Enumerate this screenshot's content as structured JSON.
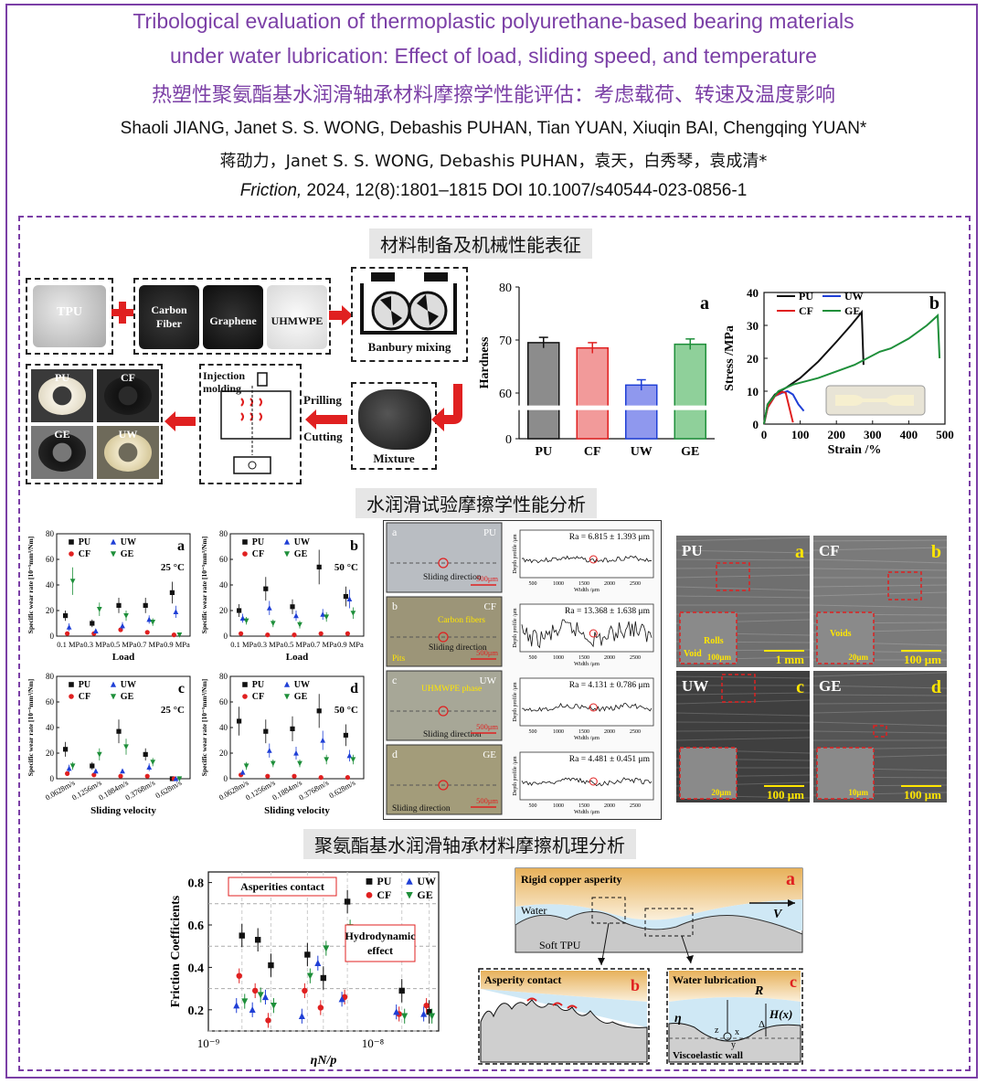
{
  "header": {
    "title_en_1": "Tribological evaluation of thermoplastic polyurethane-based bearing materials",
    "title_en_2": "under water lubrication: Effect of load, sliding speed, and temperature",
    "title_cn": "热塑性聚氨酯基水润滑轴承材料摩擦学性能评估：考虑载荷、转速及温度影响",
    "authors_en": "Shaoli JIANG, Janet S. S. WONG, Debashis PUHAN, Tian YUAN, Xiuqin BAI, Chengqing YUAN*",
    "authors_cn": "蒋劭力，Janet S. S. WONG, Debashis PUHAN，袁天，白秀琴，袁成清*",
    "citation_journal": "Friction,",
    "citation_rest": " 2024, 12(8):1801–1815 DOI 10.1007/s40544-023-0856-1"
  },
  "sections": {
    "s1": "材料制备及机械性能表征",
    "s2": "水润滑试验摩擦学性能分析",
    "s3": "聚氨酯基水润滑轴承材料摩擦机理分析"
  },
  "process": {
    "tpu": "TPU",
    "carbon_fiber": "Carbon Fiber",
    "graphene": "Graphene",
    "uhmwpe": "UHMWPE",
    "banbury": "Banbury mixing",
    "injection": "Injection molding",
    "prilling": "Prilling",
    "cutting": "Cutting",
    "mixture": "Mixture",
    "samples": [
      "PU",
      "CF",
      "GE",
      "UW"
    ]
  },
  "colors": {
    "PU": "#111111",
    "CF": "#e02020",
    "UW": "#1f3fd6",
    "GE": "#1e8f3a",
    "accent": "#7b3fa6"
  },
  "chart_data": [
    {
      "id": "hardness",
      "type": "bar",
      "panel_label": "a",
      "categories": [
        "PU",
        "CF",
        "UW",
        "GE"
      ],
      "values": [
        69.5,
        68.5,
        61.5,
        69.2
      ],
      "errors": [
        1.0,
        1.0,
        1.0,
        1.0
      ],
      "ylabel": "Hardness",
      "yticks": [
        0,
        60,
        70,
        80
      ],
      "ylim": [
        0,
        80
      ],
      "axis_break": true
    },
    {
      "id": "stress_strain",
      "type": "line",
      "panel_label": "b",
      "xlabel": "Strain /%",
      "ylabel": "Stress /MPa",
      "xlim": [
        0,
        500
      ],
      "ylim": [
        0,
        40
      ],
      "xticks": [
        0,
        100,
        200,
        300,
        400,
        500
      ],
      "yticks": [
        0,
        10,
        20,
        30,
        40
      ],
      "series": [
        {
          "name": "PU",
          "x": [
            0,
            10,
            30,
            60,
            100,
            150,
            200,
            240,
            270,
            275
          ],
          "y": [
            0,
            6,
            9,
            11,
            14,
            19,
            25,
            30,
            34,
            18
          ]
        },
        {
          "name": "UW",
          "x": [
            0,
            10,
            30,
            50,
            65,
            80,
            95,
            110
          ],
          "y": [
            0,
            5,
            8.5,
            9.5,
            10,
            9,
            6,
            4
          ]
        },
        {
          "name": "CF",
          "x": [
            0,
            10,
            30,
            50,
            60,
            70,
            80
          ],
          "y": [
            0,
            5,
            8.5,
            9.8,
            9.5,
            5,
            0.5
          ]
        },
        {
          "name": "GE",
          "x": [
            0,
            10,
            40,
            80,
            150,
            250,
            320,
            350,
            400,
            450,
            480,
            485
          ],
          "y": [
            0,
            6,
            10,
            12,
            14,
            18,
            22,
            23,
            26,
            30,
            33,
            20
          ]
        }
      ]
    },
    {
      "id": "wear_load_25",
      "type": "scatter",
      "panel_label": "a",
      "temp": "25 °C",
      "categories": [
        "0.1 MPa",
        "0.3 MPa",
        "0.5 MPa",
        "0.7 MPa",
        "0.9 MPa"
      ],
      "xlabel": "Load",
      "ylabel": "Specific wear rate [10⁻⁵mm³/Nm]",
      "ylim": [
        0,
        80
      ],
      "series": [
        {
          "name": "PU",
          "values": [
            16,
            10,
            24,
            24,
            34
          ]
        },
        {
          "name": "CF",
          "values": [
            2,
            2,
            5,
            3,
            1
          ]
        },
        {
          "name": "UW",
          "values": [
            7,
            4,
            8,
            13,
            19
          ]
        },
        {
          "name": "GE",
          "values": [
            43,
            21,
            16,
            11,
            1
          ]
        }
      ]
    },
    {
      "id": "wear_load_50",
      "type": "scatter",
      "panel_label": "b",
      "temp": "50 °C",
      "categories": [
        "0.1 MPa",
        "0.3 MPa",
        "0.5 MPa",
        "0.7 MPa",
        "0.9 MPa"
      ],
      "xlabel": "Load",
      "ylabel": "Specific wear rate [10⁻⁵mm³/Nm]",
      "ylim": [
        0,
        80
      ],
      "series": [
        {
          "name": "PU",
          "values": [
            20,
            37,
            23,
            54,
            31
          ]
        },
        {
          "name": "CF",
          "values": [
            2,
            1,
            1,
            2,
            2
          ]
        },
        {
          "name": "UW",
          "values": [
            14,
            22,
            16,
            17,
            29
          ]
        },
        {
          "name": "GE",
          "values": [
            12,
            10,
            9,
            15,
            18
          ]
        }
      ]
    },
    {
      "id": "wear_vel_25",
      "type": "scatter",
      "panel_label": "c",
      "temp": "25 °C",
      "categories": [
        "0.0628m/s",
        "0.1256m/s",
        "0.1884m/s",
        "0.3768m/s",
        "0.628m/s"
      ],
      "xlabel": "Sliding velocity",
      "ylabel": "Specific wear rate [10⁻⁵mm³/Nm]",
      "ylim": [
        0,
        80
      ],
      "series": [
        {
          "name": "PU",
          "values": [
            23,
            10,
            37,
            19,
            0
          ]
        },
        {
          "name": "CF",
          "values": [
            4,
            3,
            2,
            2,
            0
          ]
        },
        {
          "name": "UW",
          "values": [
            8,
            6,
            6,
            9,
            0
          ]
        },
        {
          "name": "GE",
          "values": [
            10,
            19,
            25,
            13,
            0
          ]
        }
      ]
    },
    {
      "id": "wear_vel_50",
      "type": "scatter",
      "panel_label": "d",
      "temp": "50 °C",
      "categories": [
        "0.0628m/s",
        "0.1256m/s",
        "0.1884m/s",
        "0.3768m/s",
        "0.628m/s"
      ],
      "xlabel": "Sliding velocity",
      "ylabel": "Specific wear rate [10⁻⁵mm³/Nm]",
      "ylim": [
        0,
        80
      ],
      "series": [
        {
          "name": "PU",
          "values": [
            45,
            37,
            39,
            53,
            34
          ]
        },
        {
          "name": "CF",
          "values": [
            3,
            2,
            2,
            1,
            1
          ]
        },
        {
          "name": "UW",
          "values": [
            5,
            22,
            20,
            30,
            18
          ]
        },
        {
          "name": "GE",
          "values": [
            10,
            12,
            12,
            15,
            15
          ]
        }
      ]
    },
    {
      "id": "friction",
      "type": "scatter",
      "xlabel": "ηN/p",
      "ylabel": "Friction Coefficients",
      "xlim_log": [
        -9,
        -7.6
      ],
      "ylim": [
        0.1,
        0.85
      ],
      "yticks": [
        0.2,
        0.4,
        0.6,
        0.8
      ],
      "series": [
        {
          "name": "PU",
          "x": [
            1.6e-09,
            2e-09,
            2.4e-09,
            4e-09,
            5e-09,
            7e-09,
            1.5e-08,
            2.2e-08
          ],
          "y": [
            0.55,
            0.53,
            0.41,
            0.46,
            0.35,
            0.71,
            0.29,
            0.19
          ]
        },
        {
          "name": "CF",
          "x": [
            1.6e-09,
            2e-09,
            2.4e-09,
            4e-09,
            5e-09,
            7e-09,
            1.5e-08,
            2.2e-08
          ],
          "y": [
            0.36,
            0.29,
            0.15,
            0.29,
            0.21,
            0.26,
            0.18,
            0.22
          ]
        },
        {
          "name": "UW",
          "x": [
            1.6e-09,
            2e-09,
            2.4e-09,
            4e-09,
            5e-09,
            7e-09,
            1.5e-08,
            2.2e-08
          ],
          "y": [
            0.22,
            0.2,
            0.26,
            0.17,
            0.42,
            0.25,
            0.19,
            0.18
          ]
        },
        {
          "name": "GE",
          "x": [
            1.6e-09,
            2e-09,
            2.4e-09,
            4e-09,
            5e-09,
            7e-09,
            1.5e-08,
            2.2e-08
          ],
          "y": [
            0.24,
            0.27,
            0.22,
            0.36,
            0.49,
            0.59,
            0.17,
            0.17
          ]
        }
      ],
      "annotations": [
        "Asperities contact",
        "Hydrodynamic effect"
      ]
    }
  ],
  "profiles": [
    {
      "label": "a",
      "sample": "PU",
      "ra": "Ra = 6.815 ± 1.393 μm",
      "notes": [
        "Sliding direction"
      ],
      "scale": "500μm"
    },
    {
      "label": "b",
      "sample": "CF",
      "ra": "Ra = 13.368 ± 1.638 μm",
      "notes": [
        "Carbon fibers",
        "Sliding direction",
        "Pits"
      ],
      "scale": "500μm"
    },
    {
      "label": "c",
      "sample": "UW",
      "ra": "Ra = 4.131 ± 0.786 μm",
      "notes": [
        "UHMWPE phase",
        "Sliding direction"
      ],
      "scale": "500μm"
    },
    {
      "label": "d",
      "sample": "GE",
      "ra": "Ra = 4.481 ± 0.451 μm",
      "notes": [
        "Sliding direction"
      ],
      "scale": "500μm"
    }
  ],
  "profile_axes": {
    "xlabel": "Width /μm",
    "ylabel": "Depth profile /μm",
    "xticks": [
      "500",
      "1000",
      "1500",
      "2000",
      "2500"
    ]
  },
  "sem": [
    {
      "sample": "PU",
      "label": "a",
      "notes": [
        "Void",
        "Rolls"
      ],
      "inset_scale": "100μm",
      "scale": "1 mm"
    },
    {
      "sample": "CF",
      "label": "b",
      "notes": [
        "Voids"
      ],
      "inset_scale": "20μm",
      "scale": "100 μm"
    },
    {
      "sample": "UW",
      "label": "c",
      "notes": [],
      "inset_scale": "20μm",
      "scale": "100 μm"
    },
    {
      "sample": "GE",
      "label": "d",
      "notes": [],
      "inset_scale": "10μm",
      "scale": "100 μm"
    }
  ],
  "mechanism": {
    "rigid": "Rigid copper asperity",
    "water": "Water",
    "soft": "Soft TPU",
    "v": "V",
    "asperity_contact": "Asperity contact",
    "water_lubrication": "Water lubrication",
    "R": "R",
    "eta": "η",
    "H": "H(x)",
    "delta": "Δ",
    "viscoelastic": "Viscoelastic wall",
    "labels": [
      "a",
      "b",
      "c"
    ]
  }
}
